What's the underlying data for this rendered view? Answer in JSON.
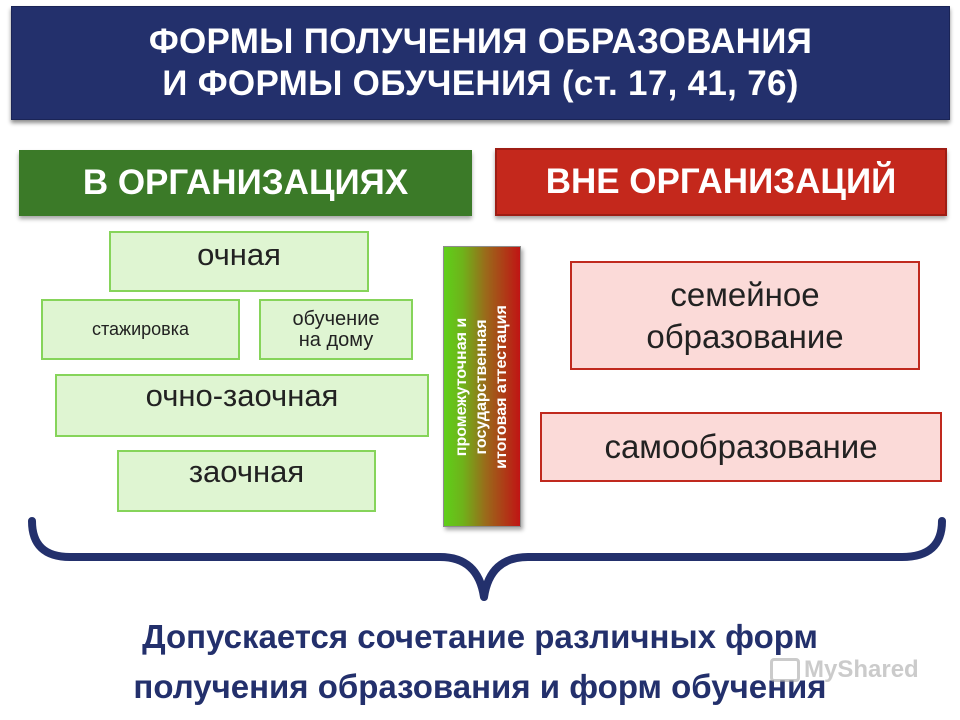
{
  "title": {
    "line1": "ФОРМЫ ПОЛУЧЕНИЯ ОБРАЗОВАНИЯ",
    "line2": "И ФОРМЫ ОБУЧЕНИЯ (ст. 17, 41, 76)"
  },
  "in_organizations": {
    "header": "В ОРГАНИЗАЦИЯХ",
    "forms": {
      "full_time": "очная",
      "internship": "стажировка",
      "home_schooling": "обучение на дому",
      "part_time": "очно-заочная",
      "correspondence": "заочная"
    }
  },
  "outside_organizations": {
    "header": "ВНЕ ОРГАНИЗАЦИЙ",
    "forms": {
      "family_education": "семейное образование",
      "self_education": "самообразование"
    }
  },
  "attestation": {
    "line1": "промежуточная и",
    "line2": "государственная",
    "line3": "итоговая аттестация"
  },
  "conclusion": {
    "line1": "Допускается сочетание различных форм",
    "line2": "получения образования и форм обучения"
  },
  "watermark": {
    "text": "MyShared"
  },
  "colors": {
    "title_bg": "#23306c",
    "green_header": "#3b7a28",
    "red_header": "#c4281c",
    "green_box_bg": "#dff5d2",
    "green_box_border": "#86d45a",
    "pink_box_bg": "#fbdad8",
    "pink_box_border": "#c0291e",
    "brace": "#23306c"
  }
}
